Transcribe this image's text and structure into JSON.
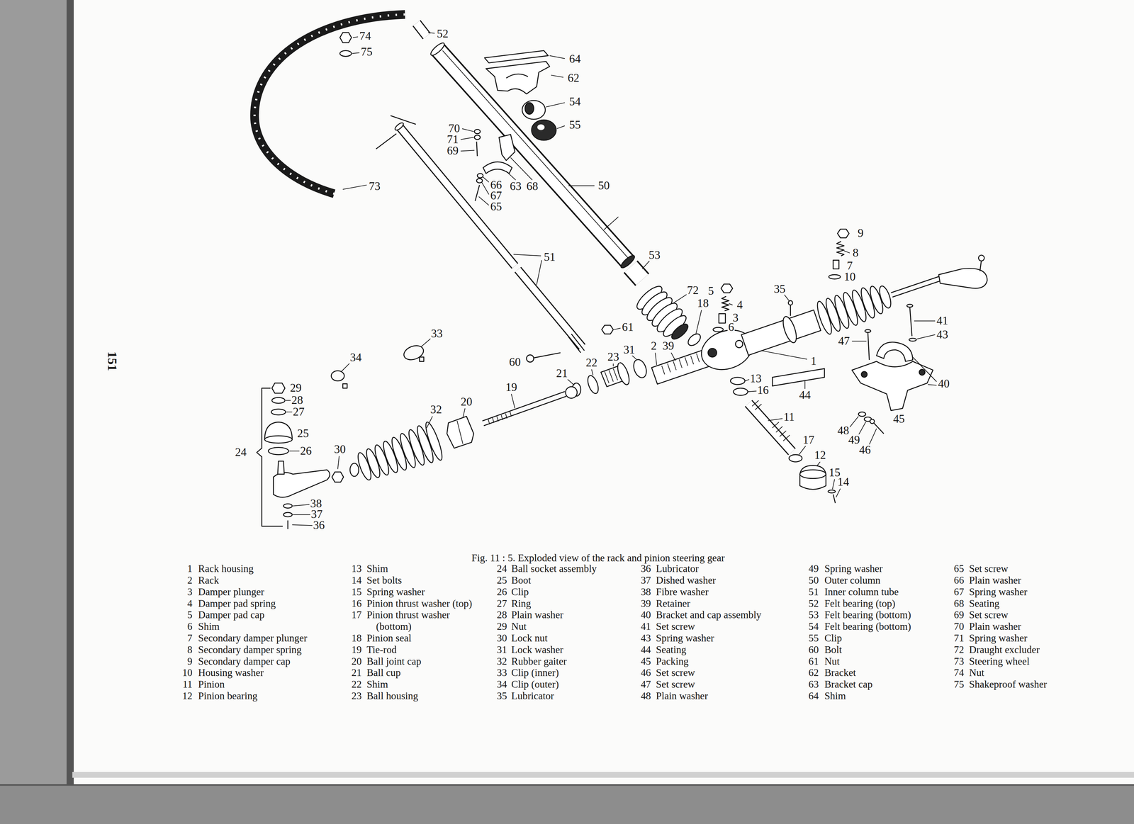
{
  "diagram": {
    "caption": "Fig. 11 : 5. Exploded view of the rack and pinion steering gear",
    "labels": [
      "74",
      "75",
      "52",
      "64",
      "62",
      "54",
      "55",
      "70",
      "71",
      "69",
      "73",
      "66",
      "63",
      "68",
      "67",
      "65",
      "50",
      "51",
      "53",
      "9",
      "8",
      "7",
      "10",
      "72",
      "5",
      "35",
      "4",
      "18",
      "3",
      "6",
      "41",
      "43",
      "61",
      "33",
      "47",
      "2",
      "39",
      "31",
      "23",
      "34",
      "1",
      "60",
      "22",
      "21",
      "13",
      "40",
      "19",
      "29",
      "16",
      "44",
      "28",
      "20",
      "32",
      "27",
      "11",
      "45",
      "48",
      "25",
      "17",
      "49",
      "30",
      "46",
      "24",
      "26",
      "12",
      "15",
      "14",
      "38",
      "37",
      "36",
      "151",
      "1",
      "Rack housing",
      "2",
      "Rack",
      "3",
      "Damper plunger",
      "4",
      "Damper pad spring",
      "5",
      "Damper pad cap",
      "6",
      "Shim",
      "7",
      "Secondary damper plunger",
      "8",
      "Secondary damper spring",
      "9",
      "Secondary damper cap",
      "10",
      "Housing washer",
      "11",
      "Pinion",
      "12",
      "Pinion bearing",
      "13",
      "Shim",
      "14",
      "Set bolts",
      "15",
      "Spring washer",
      "16",
      "Pinion thrust washer (top)",
      "17",
      "Pinion thrust washer (bottom)",
      "18",
      "Pinion seal",
      "19",
      "Tie-rod",
      "20",
      "Ball joint cap",
      "21",
      "Ball cup",
      "22",
      "Shim",
      "23",
      "Ball housing",
      "24",
      "Ball socket assembly",
      "25",
      "Boot",
      "26",
      "Clip",
      "27",
      "Ring",
      "28",
      "Plain washer",
      "29",
      "Nut",
      "30",
      "Lock nut",
      "31",
      "Lock washer",
      "32",
      "Rubber gaiter",
      "33",
      "Clip (inner)",
      "34",
      "Clip (outer)",
      "35",
      "Lubricator",
      "36",
      "Lubricator",
      "37",
      "Dished washer",
      "38",
      "Fibre washer",
      "39",
      "Retainer",
      "40",
      "Bracket and cap assembly",
      "41",
      "Set screw",
      "43",
      "Spring washer",
      "44",
      "Seating",
      "45",
      "Packing",
      "46",
      "Set screw",
      "47",
      "Set screw",
      "48",
      "Plain washer",
      "49",
      "Spring washer",
      "50",
      "Outer column",
      "51",
      "Inner column tube",
      "52",
      "Felt bearing (top)",
      "53",
      "Felt bearing (bottom)",
      "54",
      "Felt bearing (bottom)",
      "55",
      "Clip",
      "60",
      "Bolt",
      "61",
      "Nut",
      "62",
      "Bracket",
      "63",
      "Bracket cap",
      "64",
      "Shim",
      "65",
      "Set screw",
      "66",
      "Plain washer",
      "67",
      "Spring washer",
      "68",
      "Seating",
      "69",
      "Set screw",
      "70",
      "Plain washer",
      "71",
      "Spring washer",
      "72",
      "Draught excluder",
      "73",
      "Steering wheel",
      "74",
      "Nut",
      "75",
      "Shakeproof washer"
    ]
  }
}
